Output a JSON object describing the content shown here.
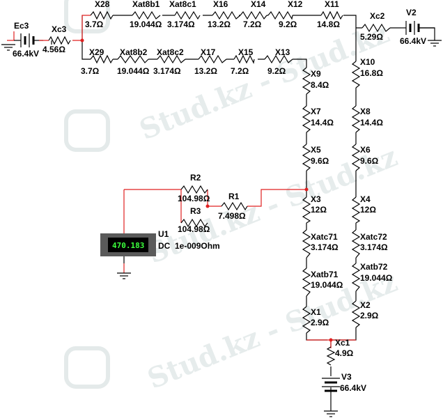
{
  "watermark_text": "Stud.kz - Stud.kz",
  "colors": {
    "wire_red": "#e02020",
    "wire_black": "#000000",
    "meter_digits": "#3cff3c",
    "watermark": "#e6ecec"
  },
  "sources": [
    {
      "name": "Ec3",
      "value": "66.4kV"
    },
    {
      "name": "V2",
      "value": "66.4kV"
    },
    {
      "name": "V3",
      "value": "66.4kV"
    }
  ],
  "resistors": [
    {
      "name": "Xc3",
      "value": "4.56Ω"
    },
    {
      "name": "X28",
      "value": "3.7Ω"
    },
    {
      "name": "Xat8b1",
      "value": "19.044Ω"
    },
    {
      "name": "Xat8c1",
      "value": "3.174Ω"
    },
    {
      "name": "X16",
      "value": "13.2Ω"
    },
    {
      "name": "X14",
      "value": "7.2Ω"
    },
    {
      "name": "X12",
      "value": "9.2Ω"
    },
    {
      "name": "X11",
      "value": "14.8Ω"
    },
    {
      "name": "Xc2",
      "value": "5.29Ω"
    },
    {
      "name": "X29",
      "value": "3.7Ω"
    },
    {
      "name": "Xat8b2",
      "value": "19.044Ω"
    },
    {
      "name": "Xat8c2",
      "value": "3.174Ω"
    },
    {
      "name": "X17",
      "value": "13.2Ω"
    },
    {
      "name": "X15",
      "value": "7.2Ω"
    },
    {
      "name": "X13",
      "value": "9.2Ω"
    },
    {
      "name": "X9",
      "value": "8.4Ω"
    },
    {
      "name": "X7",
      "value": "14.4Ω"
    },
    {
      "name": "X5",
      "value": "9.6Ω"
    },
    {
      "name": "X3",
      "value": "12Ω"
    },
    {
      "name": "Xatc71",
      "value": "3.174Ω"
    },
    {
      "name": "Xatb71",
      "value": "19.044Ω"
    },
    {
      "name": "X1",
      "value": "2.9Ω"
    },
    {
      "name": "X10",
      "value": "16.8Ω"
    },
    {
      "name": "X8",
      "value": "14.4Ω"
    },
    {
      "name": "X6",
      "value": "9.6Ω"
    },
    {
      "name": "X4",
      "value": "12Ω"
    },
    {
      "name": "Xatc72",
      "value": "3.174Ω"
    },
    {
      "name": "Xatb72",
      "value": "19.044Ω"
    },
    {
      "name": "X2",
      "value": "2.9Ω"
    },
    {
      "name": "Xc1",
      "value": "4.9Ω"
    },
    {
      "name": "R2",
      "value": "104.98Ω"
    },
    {
      "name": "R3",
      "value": "104.98Ω"
    },
    {
      "name": "R1",
      "value": "7.498Ω"
    }
  ],
  "meter": {
    "name": "U1",
    "reading": "470.183",
    "mode": "DC",
    "setting": "1e-009Ohm"
  }
}
